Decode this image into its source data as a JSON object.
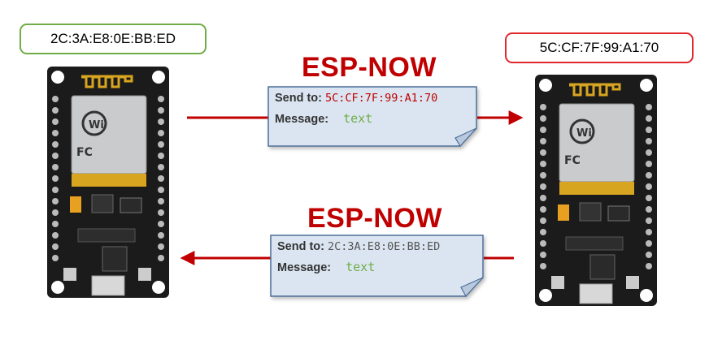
{
  "left_board": {
    "mac": "2C:3A:E8:0E:BB:ED"
  },
  "right_board": {
    "mac": "5C:CF:7F:99:A1:70"
  },
  "top": {
    "title": "ESP-NOW",
    "send_label": "Send to:",
    "send_value": "5C:CF:7F:99:A1:70",
    "message_label": "Message:",
    "message_value": "text"
  },
  "bottom": {
    "title": "ESP-NOW",
    "send_label": "Send to:",
    "send_value": "2C:3A:E8:0E:BB:ED",
    "message_label": "Message:",
    "message_value": "text"
  },
  "colors": {
    "arrow": "#c00000",
    "note_fill": "#dae5f1",
    "note_stroke": "#4d6e99",
    "left_border": "#70ad47",
    "right_border": "#e0282d"
  },
  "icons": [
    "nodemcu-board-icon",
    "wifi-module-icon",
    "usb-port-icon"
  ]
}
